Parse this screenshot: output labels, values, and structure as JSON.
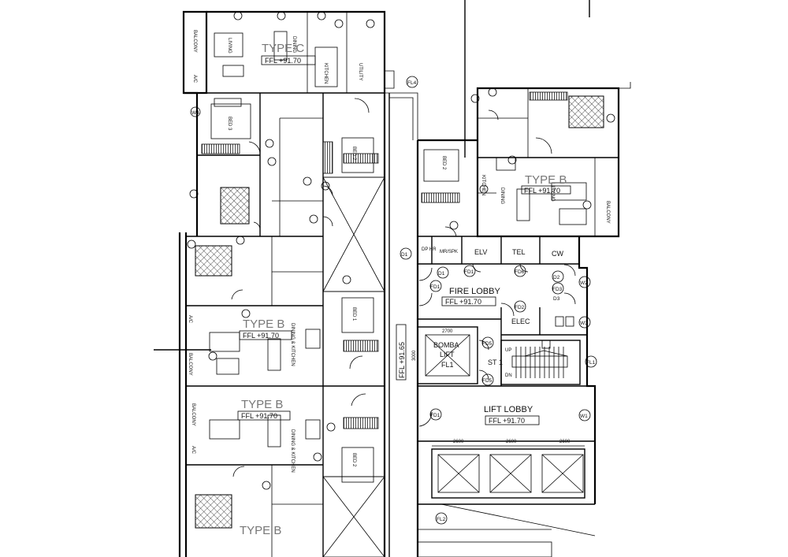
{
  "labels": {
    "fire_lobby": "FIRE LOBBY",
    "fire_lobby_ffl": "FFL +91.70",
    "lift_lobby": "LIFT LOBBY",
    "lift_lobby_ffl": "FFL +91.70",
    "elv": "ELV",
    "tel": "TEL",
    "cw": "CW",
    "elec": "ELEC",
    "bomba": "BOMBA",
    "lift": "LIFT",
    "fl1": "FL1",
    "st1": "ST 1",
    "up": "UP",
    "dn": "DN",
    "ffl_vertical": "FFL +91.65",
    "dim_2700": "2700",
    "dim_3000": "3000",
    "dim_2600_a": "2600",
    "dim_2600_b": "2600",
    "dim_2600_c": "2600",
    "dp_hr": "DP HR",
    "mr_spk": "MR/SPK",
    "type_c": "TYPE C",
    "type_c_ffl": "FFL +91.70",
    "type_b_right": "TYPE B",
    "type_b_right_ffl": "FFL +91.70",
    "type_b_mid": "TYPE B",
    "type_b_mid_ffl": "FFL +91.70",
    "type_b_low": "TYPE B",
    "type_b_low_ffl": "FFL +91.70",
    "type_b_bottom": "TYPE B",
    "balcony": "BALCONY",
    "ac": "A/C",
    "living": "LIVING",
    "dining": "DINING",
    "kitchen": "KITCHEN",
    "dining_kitchen": "DINING & KITCHEN",
    "utility": "UTILITY",
    "bed_1": "BED 1",
    "bed_2": "BED 2",
    "bed_3": "BED 3"
  },
  "tags": {
    "fd1_a": "FD1",
    "fd1_b": "FD1",
    "fd1_c": "FD1",
    "fd2": "FD2",
    "fd3": "FD3",
    "fd5_a": "FD5",
    "fd5_b": "FD5",
    "fd6": "FD6",
    "d1_a": "D1",
    "d1_b": "D1",
    "d2": "D2",
    "d3": "D3",
    "w1": "W1",
    "w2": "W2",
    "w3": "W3",
    "w4": "W4",
    "fl1_tag": "FL1",
    "fl2": "FL2",
    "fl4": "FL4"
  },
  "colors": {
    "line": "#000000",
    "ghost_text": "#777777",
    "background": "#ffffff"
  }
}
